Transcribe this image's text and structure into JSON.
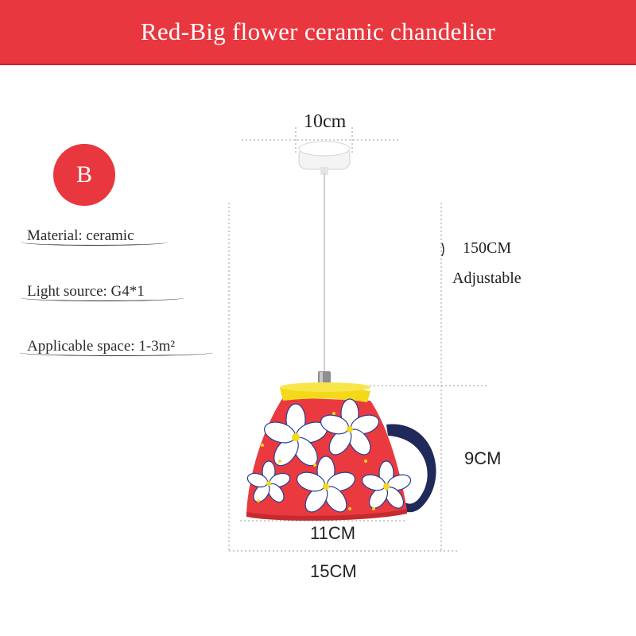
{
  "header": {
    "title": "Red-Big flower ceramic chandelier"
  },
  "badge": {
    "label": "B"
  },
  "specs": [
    {
      "text": "Material: ceramic"
    },
    {
      "text": "Light source: G4*1"
    },
    {
      "text": "Applicable space: 1-3m²"
    }
  ],
  "dimensions": {
    "canopy_width": "10cm",
    "cord_length": "150CM",
    "cord_note": "Adjustable",
    "shade_height": "9CM",
    "bottom_width": "11CM",
    "total_width": "15CM"
  },
  "colors": {
    "banner": "#e9373f",
    "shade": "#ea3a3f",
    "rim": "#f3d91a",
    "handle": "#1f2a5a"
  }
}
